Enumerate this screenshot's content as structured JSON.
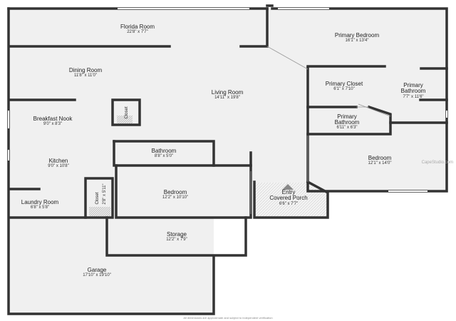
{
  "plan": {
    "rooms": [
      {
        "id": "florida-room",
        "name": "Florida Room",
        "dims": "22'8\" x 7'7\""
      },
      {
        "id": "primary-bedroom",
        "name": "Primary Bedroom",
        "dims": "16'1\" x 13'4\""
      },
      {
        "id": "dining-room",
        "name": "Dining Room",
        "dims": "11'8\" x 11'0\""
      },
      {
        "id": "living-room",
        "name": "Living Room",
        "dims": "14'11\" x 19'8\""
      },
      {
        "id": "primary-closet",
        "name": "Primary Closet",
        "dims": "6'1\" x 7'10\""
      },
      {
        "id": "primary-bathroom-1",
        "name_lines": [
          "Primary",
          "Bathroom"
        ],
        "dims": "7'7\" x 11'6\""
      },
      {
        "id": "primary-bathroom-2",
        "name_lines": [
          "Primary",
          "Bathroom"
        ],
        "dims": "6'11\" x 6'3\""
      },
      {
        "id": "breakfast-nook",
        "name": "Breakfast Nook",
        "dims": "9'0\" x 8'3\""
      },
      {
        "id": "kitchen",
        "name": "Kitchen",
        "dims": "9'0\" x 10'8\""
      },
      {
        "id": "bathroom",
        "name": "Bathroom",
        "dims": "8'8\" x 5'0\""
      },
      {
        "id": "bedroom-1",
        "name": "Bedroom",
        "dims": "12'1\" x 14'0\""
      },
      {
        "id": "bedroom-2",
        "name": "Bedroom",
        "dims": "12'2\" x 10'10\""
      },
      {
        "id": "entry",
        "name_lines": [
          "Entry",
          "Covered Porch"
        ],
        "dims": "6'6\" x 7'7\""
      },
      {
        "id": "laundry-room",
        "name": "Laundry Room",
        "dims": "6'8\" x 5'8\""
      },
      {
        "id": "storage",
        "name": "Storage",
        "dims": "12'2\" x 7'9\""
      },
      {
        "id": "garage",
        "name": "Garage",
        "dims": "17'10\" x 19'10\""
      }
    ],
    "closet_label": "Closet",
    "closet_small": {
      "name": "Closet",
      "dims": "2'8\" x 5'11\""
    },
    "footnote": "All dimensions are approximate and subject to independent verification",
    "watermark": "CapeStudio.com"
  },
  "colors": {
    "wall": "#333333",
    "floor": "#f0f0f0",
    "window": "#ffffff",
    "accent": "#e0e0e0"
  }
}
